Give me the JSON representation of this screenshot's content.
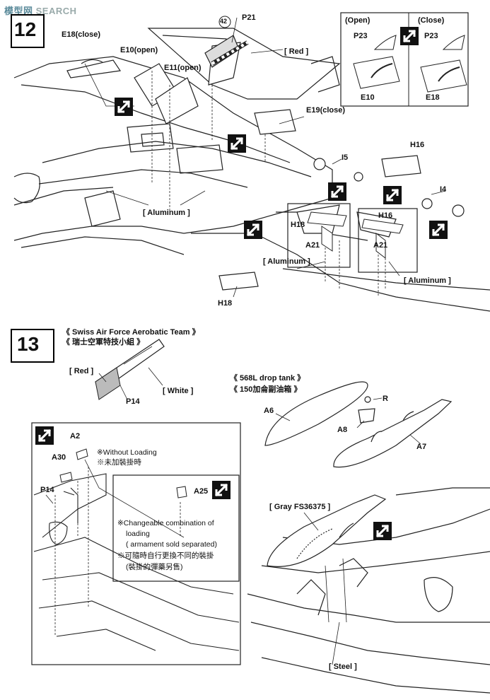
{
  "watermark": {
    "brand": "模型网",
    "text": "SEARCH"
  },
  "step12": {
    "number": "12",
    "parts": {
      "e18_close": "E18(close)",
      "e10_open": "E10(open)",
      "e11_open": "E11(open)",
      "callout": "42",
      "p21": "P21",
      "red": "[ Red ]",
      "e19_close": "E19(close)",
      "aluminum_1": "[ Aluminum ]",
      "i5": "I5",
      "h16_top": "H16",
      "i4": "I4",
      "h18_box": "H18",
      "a21_left": "A21",
      "aluminum_2": "[ Aluminum ]",
      "h16_box": "H16",
      "a21_right": "A21",
      "aluminum_3": "[ Aluminum ]",
      "h18_bottom": "H18"
    },
    "inset": {
      "open_label": "(Open)",
      "close_label": "(Close)",
      "p23_open": "P23",
      "p23_close": "P23",
      "e10": "E10",
      "e18": "E18"
    }
  },
  "step13": {
    "number": "13",
    "team_en": "《 Swiss Air Force Aerobatic Team 》",
    "team_zh": "《 瑞士空軍特技小組 》",
    "red": "[ Red ]",
    "white": "[ White ]",
    "p14": "P14",
    "tank_en": "《 568L drop tank 》",
    "tank_zh": "《 150加侖副油箱 》",
    "r": "R",
    "a6": "A6",
    "a8": "A8",
    "a7": "A7",
    "gray": "[ Gray FS36375 ]",
    "steel": "[ Steel ]",
    "box": {
      "a2": "A2",
      "without_en": "※Without Loading",
      "without_zh": "※未加裝掛時",
      "a30": "A30",
      "p14": "P14",
      "a25": "A25",
      "note_1": "※Changeable combination of",
      "note_2": "loading",
      "note_3": "( armament sold separated)",
      "note_4": "※可隨時自行更換不同的裝掛",
      "note_5": "(裝掛的彈藥另售)"
    }
  }
}
